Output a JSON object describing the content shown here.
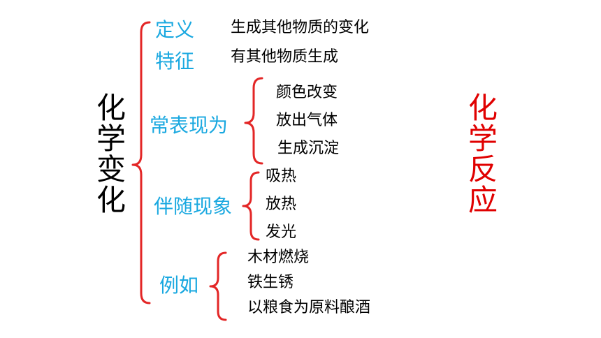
{
  "main_title": [
    "化",
    "学",
    "变",
    "化"
  ],
  "side_title": [
    "化",
    "学",
    "反",
    "应"
  ],
  "definition": {
    "label": "定义",
    "text": "生成其他物质的变化"
  },
  "feature": {
    "label": "特征",
    "text": "有其他物质生成"
  },
  "common": {
    "label": "常表现为",
    "items": [
      "颜色改变",
      "放出气体",
      "生成沉淀"
    ]
  },
  "accompany": {
    "label": "伴随现象",
    "items": [
      "吸热",
      "放热",
      "发光"
    ]
  },
  "examples": {
    "label": "例如",
    "items": [
      "木材燃烧",
      "铁生锈",
      "以粮食为原料酿酒"
    ]
  },
  "colors": {
    "category": "#19a8e0",
    "brace": "#e32626",
    "accent": "#e00000",
    "text": "#000000"
  }
}
